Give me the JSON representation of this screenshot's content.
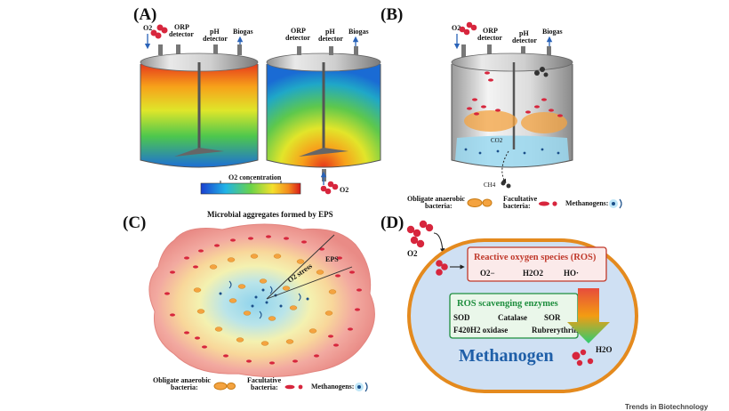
{
  "panels": {
    "A": {
      "label": "(A)",
      "o2_in": "O2",
      "detectors": {
        "orp": "ORP\ndetector",
        "ph": "pH\ndetector",
        "biogas": "Biogas"
      },
      "colorbar_label": "O2 concentration",
      "o2_out": "O2"
    },
    "B": {
      "label": "(B)",
      "o2_in": "O2",
      "detectors": {
        "orp": "ORP\ndetector",
        "ph": "pH\ndetector",
        "biogas": "Biogas"
      },
      "co2": "CO2",
      "ch4": "CH4",
      "legend": {
        "obligate": "Obligate anaerobic\nbacteria:",
        "facultative": "Facultative\nbacteria:",
        "methanogens": "Methanogens:"
      }
    },
    "C": {
      "label": "(C)",
      "title": "Microbial aggregates formed by EPS",
      "eps": "EPS",
      "stress": "O2 stress",
      "legend": {
        "obligate": "Obligate anaerobic\nbacteria:",
        "facultative": "Facultative\nbacteria:",
        "methanogens": "Methanogens:"
      }
    },
    "D": {
      "label": "(D)",
      "o2": "O2",
      "ros_title": "Reactive oxygen species (ROS)",
      "ros_items": [
        "O2−",
        "H2O2",
        "HO·"
      ],
      "enz_title": "ROS scavenging enzymes",
      "enz_items": [
        "SOD",
        "Catalase",
        "SOR",
        "F420H2 oxidase",
        "Rubrerythrin"
      ],
      "water": "H2O",
      "cell_name": "Methanogen"
    }
  },
  "watermark": "Trends in Biotechnology",
  "colors": {
    "red_cell": "#d7263d",
    "orange_cell": "#f4a340",
    "methanogen_blue": "#1b4f8a",
    "ros_red": "#c0392b",
    "enz_green": "#1e8e3e",
    "cell_fill": "#cfe0f3",
    "cell_border": "#e48a1e"
  }
}
